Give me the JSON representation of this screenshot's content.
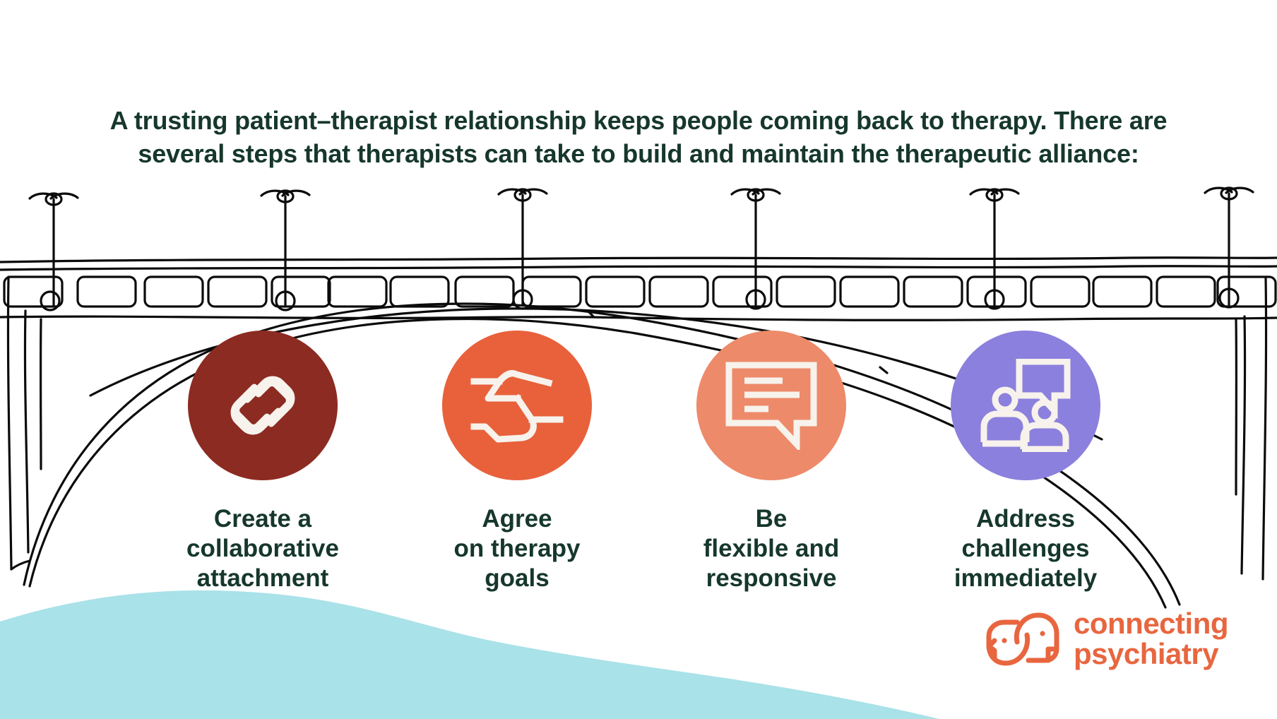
{
  "headline": "A trusting patient–therapist relationship keeps people coming back to therapy. There are several steps that therapists can take to build and maintain the therapeutic alliance:",
  "colors": {
    "text_green": "#16372C",
    "background": "#FFFFFF",
    "water": "#A9E2E8",
    "line_art": "#0B0B0B",
    "icon_fill": "#F7F2EC",
    "brand_orange": "#E8663F",
    "step1": "#8C2B22",
    "step2": "#E8613B",
    "step3": "#ED8A6A",
    "step4": "#8B80DD"
  },
  "steps": [
    {
      "label": "Create a\ncollaborative\nattachment",
      "icon": "chain-links-icon",
      "color": "#8C2B22"
    },
    {
      "label": "Agree\non therapy\ngoals",
      "icon": "handshake-icon",
      "color": "#E8613B"
    },
    {
      "label": "Be\nflexible and\nresponsive",
      "icon": "speech-bubble-icon",
      "color": "#ED8A6A"
    },
    {
      "label": "Address\nchallenges\nimmediately",
      "icon": "people-discussion-icon",
      "color": "#8B80DD"
    }
  ],
  "logo": {
    "mark": "two-heads-icon",
    "text": "connecting\npsychiatry",
    "color": "#E8663F"
  },
  "illustration": {
    "name": "hand-drawn-bridge-illustration",
    "lamp_count": 6,
    "railing_panel_count": 21
  }
}
